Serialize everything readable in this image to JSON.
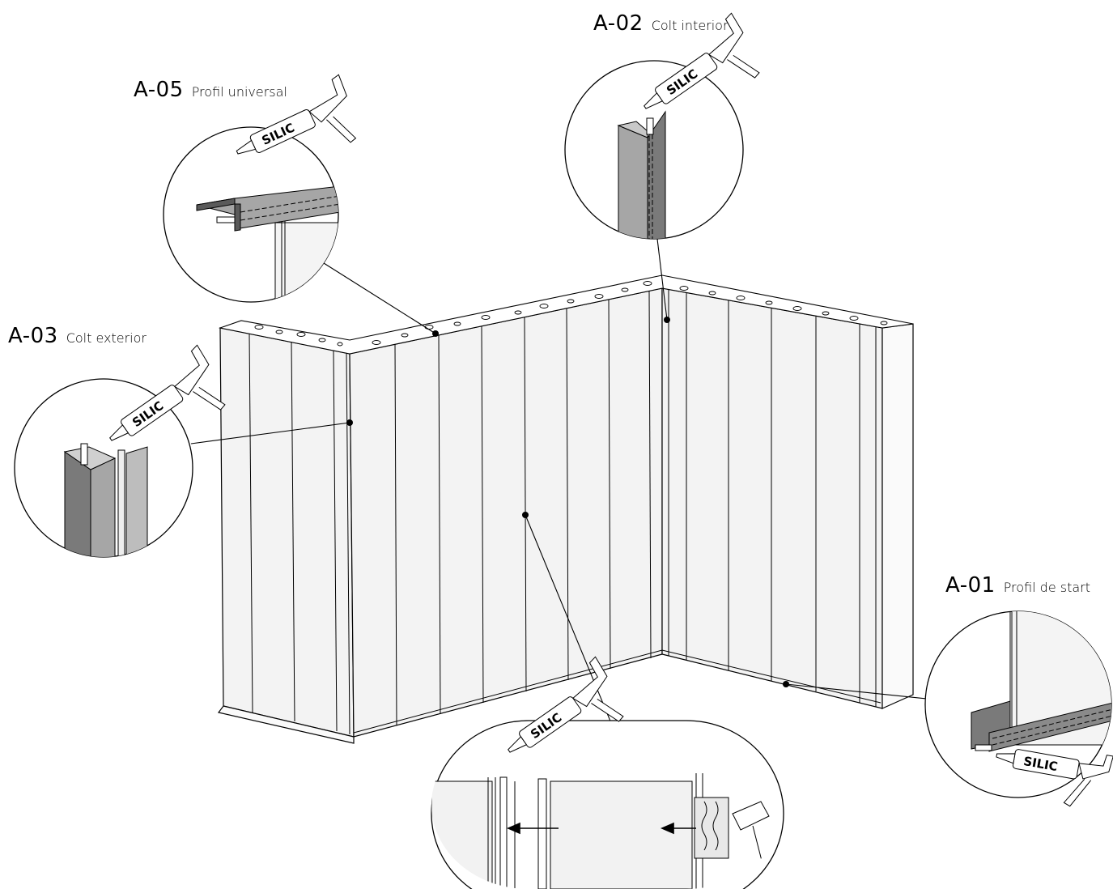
{
  "callouts": [
    {
      "code": "A-05",
      "name": "Profil universal"
    },
    {
      "code": "A-02",
      "name": "Colt interior"
    },
    {
      "code": "A-03",
      "name": "Colt exterior"
    },
    {
      "code": "A-01",
      "name": "Profil de start"
    }
  ],
  "tool_brand": "SILIC",
  "colors": {
    "line": "#000000",
    "panel": "#f2f2f2",
    "profile_dark": "#7a7a7a",
    "profile_mid": "#a6a6a6"
  }
}
